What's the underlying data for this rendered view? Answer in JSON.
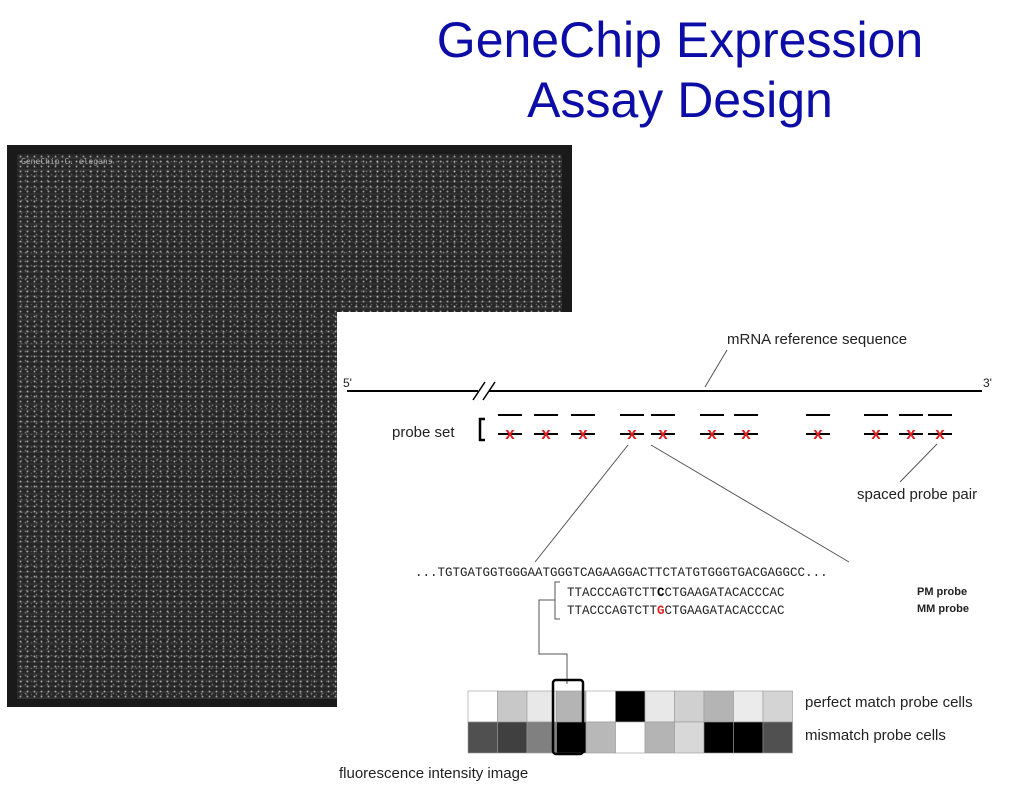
{
  "title": {
    "line1": "GeneChip Expression",
    "line2": "Assay Design"
  },
  "chip_image": {
    "label": "GeneChip C. elegans"
  },
  "diagram": {
    "mrna_label": "mRNA reference sequence",
    "five_prime": "5'",
    "three_prime": "3'",
    "probe_set_label": "probe set",
    "spaced_pair_label": "spaced probe pair",
    "reference_sequence": "...TGTGATGGTGGGAATGGGTCAGAAGGACTTCTATGTGGGTGACGAGGCC...",
    "pm_probe": {
      "prefix": "TTACCCAGTCTT",
      "base": "C",
      "suffix": "CTGAAGATACACCCAC",
      "label": "PM probe"
    },
    "mm_probe": {
      "prefix": "TTACCCAGTCTT",
      "base": "G",
      "suffix": "CTGAAGATACACCCAC",
      "label": "MM probe"
    },
    "pm_cells_label": "perfect match probe cells",
    "mm_cells_label": "mismatch probe cells",
    "fluorescence_label": "fluorescence intensity image",
    "probe_mark": "x",
    "colors": {
      "mismatch_x": "#e02020",
      "mm_base": "#e02020",
      "title": "#0c0ca6"
    },
    "pm_cells": [
      "#ffffff",
      "#c8c8c8",
      "#e8e8e8",
      "#b4b4b4",
      "#ffffff",
      "#000000",
      "#e8e8e8",
      "#d0d0d0",
      "#b4b4b4",
      "#ebebeb",
      "#d4d4d4"
    ],
    "mm_cells": [
      "#505050",
      "#404040",
      "#808080",
      "#000000",
      "#b8b8b8",
      "#ffffff",
      "#b4b4b4",
      "#d8d8d8",
      "#000000",
      "#000000",
      "#505050"
    ]
  }
}
